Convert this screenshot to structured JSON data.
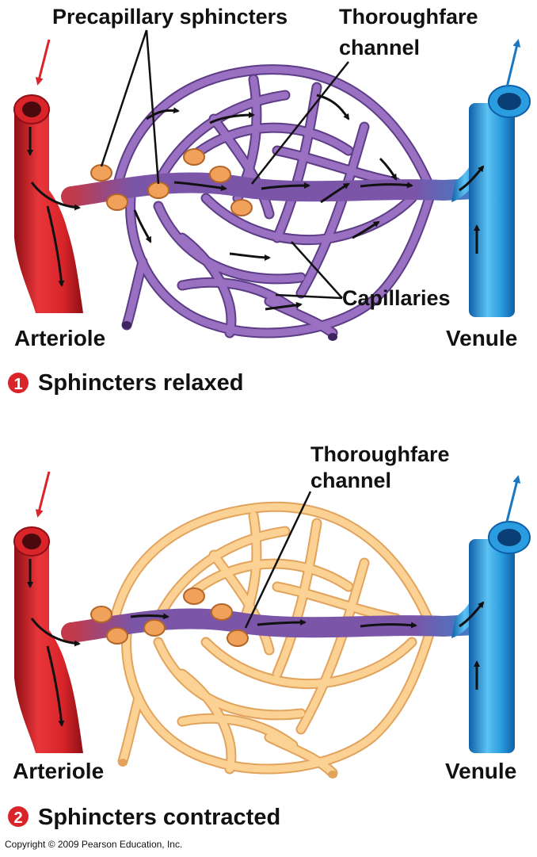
{
  "panels": [
    {
      "step_number": "1",
      "caption": "Sphincters relaxed",
      "labels": {
        "precapillary": "Precapillary sphincters",
        "thoroughfare_line1": "Thoroughfare",
        "thoroughfare_line2": "channel",
        "capillaries": "Capillaries",
        "arteriole": "Arteriole",
        "venule": "Venule"
      },
      "capillary_state": "perfused"
    },
    {
      "step_number": "2",
      "caption": "Sphincters contracted",
      "labels": {
        "thoroughfare_line1": "Thoroughfare",
        "thoroughfare_line2": "channel",
        "arteriole": "Arteriole",
        "venule": "Venule"
      },
      "capillary_state": "collapsed"
    }
  ],
  "copyright": "Copyright © 2009 Pearson Education, Inc.",
  "colors": {
    "arteriole": "#d9252a",
    "venule": "#2a9de0",
    "capillary_perfused": "#8a5fb0",
    "capillary_collapsed": "#f7c37a",
    "sphincter": "#f0a25a",
    "badge": "#d9252a",
    "arrow_in": "#d9252a",
    "arrow_out": "#1a78c2"
  }
}
